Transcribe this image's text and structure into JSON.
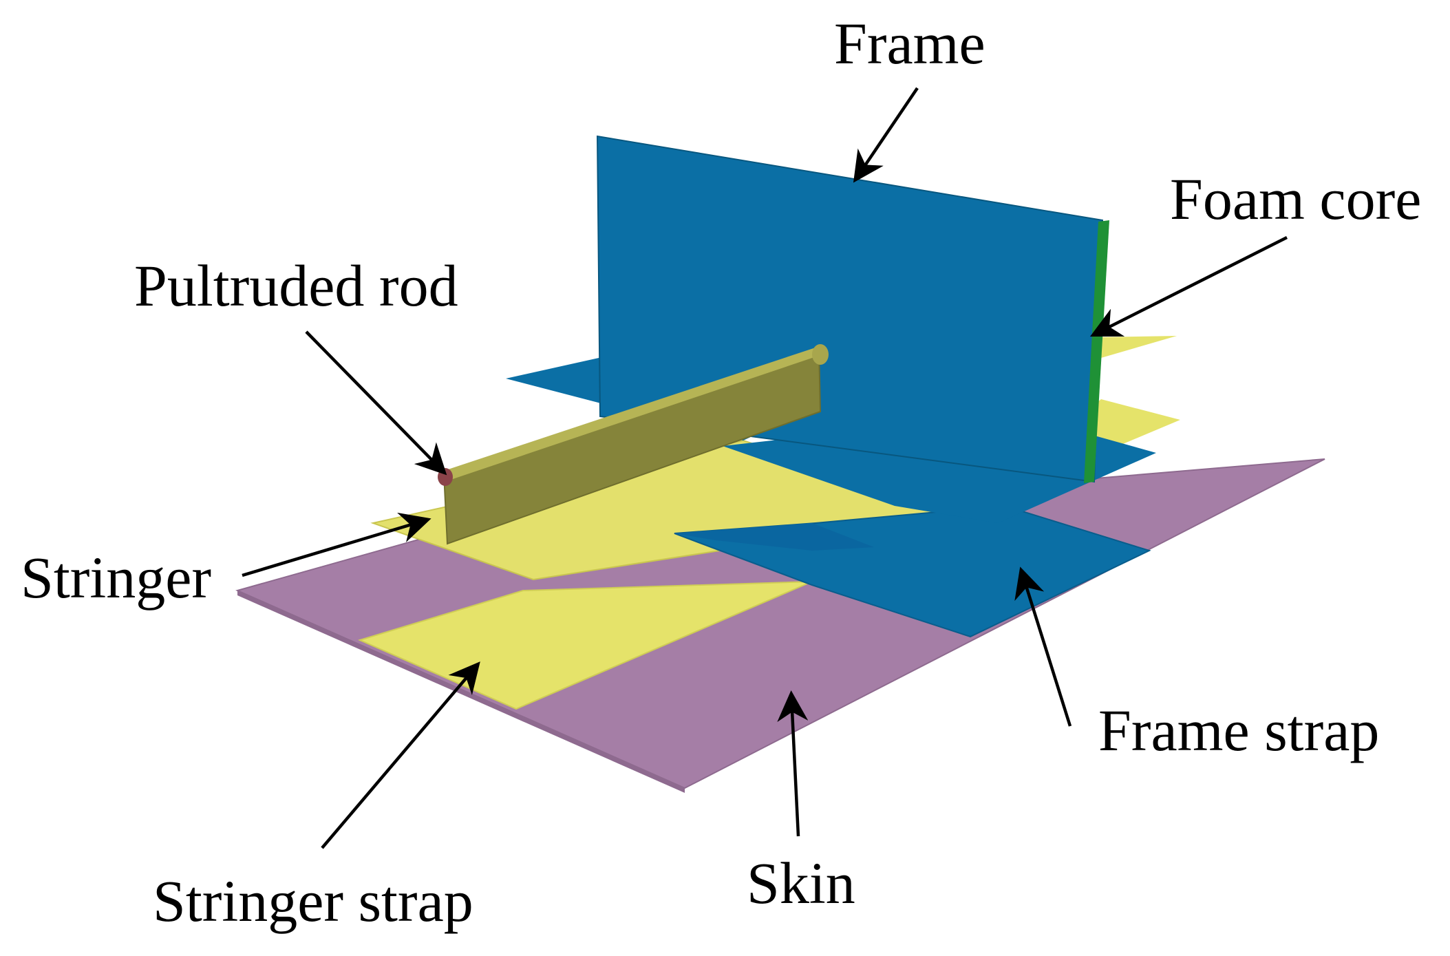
{
  "labels": {
    "frame": "Frame",
    "foam_core": "Foam core",
    "pultruded_rod": "Pultruded rod",
    "stringer": "Stringer",
    "frame_strap": "Frame strap",
    "stringer_strap": "Stringer strap",
    "skin": "Skin"
  },
  "colors": {
    "skin": "#a57ea6",
    "stringer_strap": "#e5e36a",
    "stringer": "#e3e06c",
    "rod": "#85843a",
    "rod_end": "#8b4349",
    "frame": "#0b6fa5",
    "frame_strap": "#0b6fa5",
    "foam_core": "#1f9136",
    "text": "#000000"
  }
}
